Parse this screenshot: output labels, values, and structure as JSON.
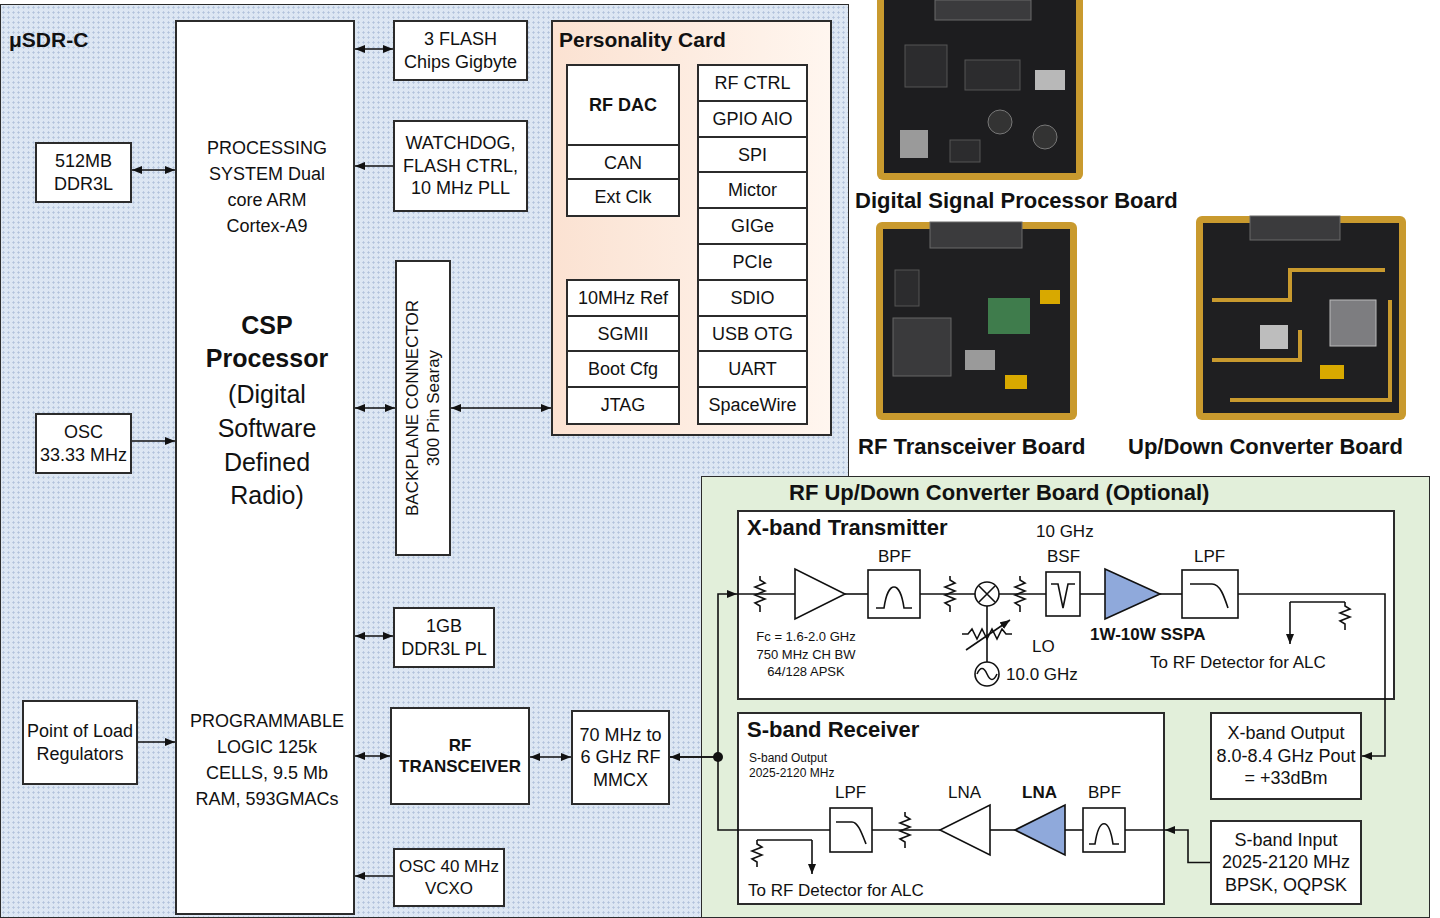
{
  "diagram": {
    "nodes": [
      {
        "text": [
          "μSDR-C"
        ]
      },
      {
        "text": [
          "PROCESSING SYSTEM Dual core ARM Cortex-A9",
          "CSP Processor",
          "(Digital Software Defined Radio)",
          "PROGRAMMABLE LOGIC 125k CELLS, 9.5 Mb RAM, 593GMACs"
        ],
        "in": 0
      },
      {
        "text": [
          "512MB DDR3L"
        ],
        "in": 0
      },
      {
        "text": [
          "3 FLASH Chips Gigbyte"
        ],
        "in": 0
      },
      {
        "text": [
          "WATCHDOG, FLASH CTRL, 10 MHz PLL"
        ],
        "in": 0
      },
      {
        "text": [
          "BACKPLANE CONNECTOR 300 Pin Searay"
        ],
        "in": 0
      },
      {
        "text": [
          "Personality Card"
        ],
        "in": 0
      },
      {
        "text": [
          "RF DAC"
        ],
        "in": 6
      },
      {
        "text": [
          "CAN"
        ],
        "in": 6
      },
      {
        "text": [
          "Ext Clk"
        ],
        "in": 6
      },
      {
        "text": [
          "RF CTRL"
        ],
        "in": 6
      },
      {
        "text": [
          "GPIO AIO"
        ],
        "in": 6
      },
      {
        "text": [
          "SPI"
        ],
        "in": 6
      },
      {
        "text": [
          "Mictor"
        ],
        "in": 6
      },
      {
        "text": [
          "GIGe"
        ],
        "in": 6
      },
      {
        "text": [
          "PCIe"
        ],
        "in": 6
      },
      {
        "text": [
          "SDIO"
        ],
        "in": 6
      },
      {
        "text": [
          "USB OTG"
        ],
        "in": 6
      },
      {
        "text": [
          "UART"
        ],
        "in": 6
      },
      {
        "text": [
          "SpaceWire"
        ],
        "in": 6
      },
      {
        "text": [
          "10MHz Ref"
        ],
        "in": 6
      },
      {
        "text": [
          "SGMII"
        ],
        "in": 6
      },
      {
        "text": [
          "Boot Cfg"
        ],
        "in": 6
      },
      {
        "text": [
          "JTAG"
        ],
        "in": 6
      },
      {
        "text": [
          "OSC 33.33 MHz"
        ],
        "in": 0
      },
      {
        "text": [
          "1GB DDR3L PL"
        ],
        "in": 0
      },
      {
        "text": [
          "Point of Load Regulators"
        ],
        "in": 0
      },
      {
        "text": [
          "RF TRANSCEIVER"
        ],
        "in": 0
      },
      {
        "text": [
          "70 MHz to 6 GHz RF MMCX"
        ],
        "in": 0
      },
      {
        "text": [
          "OSC 40 MHz VCXO"
        ],
        "in": 0
      },
      {
        "text": [
          "RF Up/Down Converter Board (Optional)"
        ]
      },
      {
        "text": [
          "X-band Transmitter"
        ],
        "in": 30
      },
      {
        "text": [
          "X-band Output 8.0-8.4 GHz Pout = +33dBm"
        ],
        "in": 30
      },
      {
        "text": [
          "S-band Receiver"
        ],
        "in": 30
      },
      {
        "text": [
          "S-band Input 2025-2120 MHz BPSK, OQPSK"
        ],
        "in": 30
      }
    ],
    "edges": [
      {
        "from": 1,
        "to": 2,
        "arrow": "both"
      },
      {
        "from": 1,
        "to": 3,
        "arrow": "both"
      },
      {
        "from": 4,
        "to": 1,
        "arrow": "to"
      },
      {
        "from": 24,
        "to": 1,
        "arrow": "to"
      },
      {
        "from": 1,
        "to": 5,
        "arrow": "both"
      },
      {
        "from": 5,
        "to": 6,
        "arrow": "both"
      },
      {
        "from": 1,
        "to": 25,
        "arrow": "both"
      },
      {
        "from": 26,
        "to": 1,
        "arrow": "to"
      },
      {
        "from": 1,
        "to": 27,
        "arrow": "both"
      },
      {
        "from": 29,
        "to": 1,
        "arrow": "to"
      },
      {
        "from": 27,
        "to": 28,
        "arrow": "both"
      },
      {
        "from": 28,
        "to": 31,
        "arrow": "to"
      },
      {
        "from": 33,
        "to": 28,
        "arrow": "to"
      },
      {
        "from": 31,
        "to": 32,
        "arrow": "to"
      },
      {
        "from": 34,
        "to": 33,
        "arrow": "to"
      }
    ],
    "labels": [
      "Digital Signal Processor Board",
      "RF Transceiver Board",
      "Up/Down Converter Board",
      "10 GHz",
      "BSF",
      "LPF",
      "BPF",
      "1W-10W SSPA",
      "LO",
      "10.0 GHz",
      "Fc = 1.6-2.0 GHz 750 MHz CH BW 64/128 APSK",
      "To RF Detector for ALC",
      "S-band Output 2025-2120 MHz",
      "LPF",
      "LNA",
      "LNA",
      "BPF",
      "To RF Detector for ALC"
    ]
  }
}
